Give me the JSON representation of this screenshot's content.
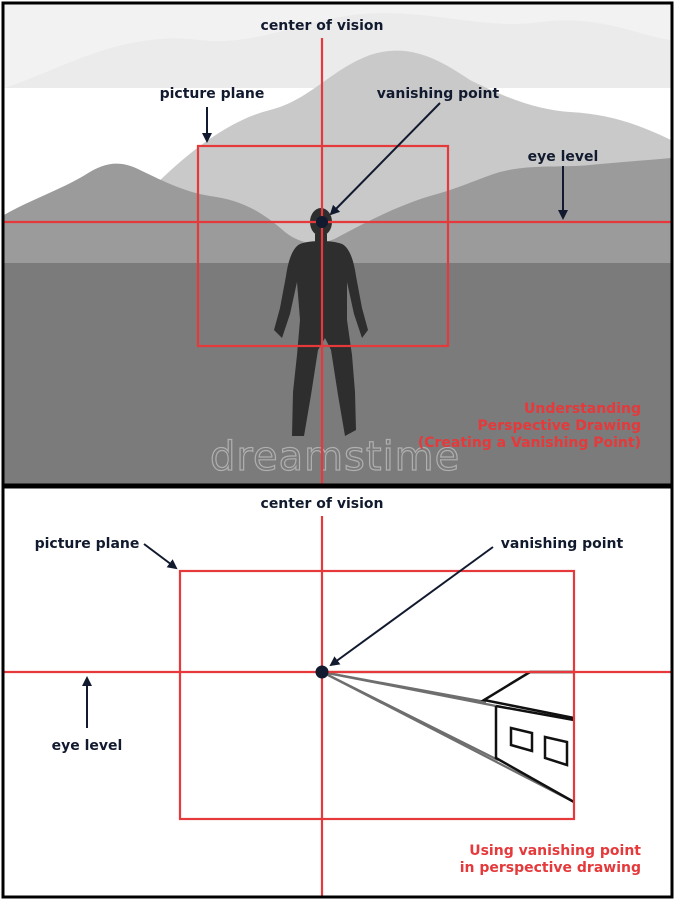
{
  "colors": {
    "guide_red": "#e5393b",
    "label_navy": "#111a2e",
    "ground_gray": "#7b7b7b",
    "mountain_far": "#c8c8c8",
    "mountain_near": "#9a9a9a",
    "figure": "#2e2e2e",
    "sky": "#ffffff"
  },
  "top_panel": {
    "center_of_vision": "center of vision",
    "picture_plane": "picture plane",
    "vanishing_point": "vanishing point",
    "eye_level": "eye level",
    "title_line1": "Understanding",
    "title_line2": "Perspective Drawing",
    "title_line3": "(Creating a Vanishing Point)",
    "watermark": "dreamstime"
  },
  "bottom_panel": {
    "center_of_vision": "center of vision",
    "picture_plane": "picture plane",
    "vanishing_point": "vanishing point",
    "eye_level": "eye level",
    "title_line1": "Using vanishing point",
    "title_line2": "in perspective drawing"
  },
  "icons": {
    "arrow": "arrow-icon",
    "vanishing_dot": "vanishing-point-dot-icon",
    "figure": "standing-person-icon",
    "house": "house-icon"
  }
}
